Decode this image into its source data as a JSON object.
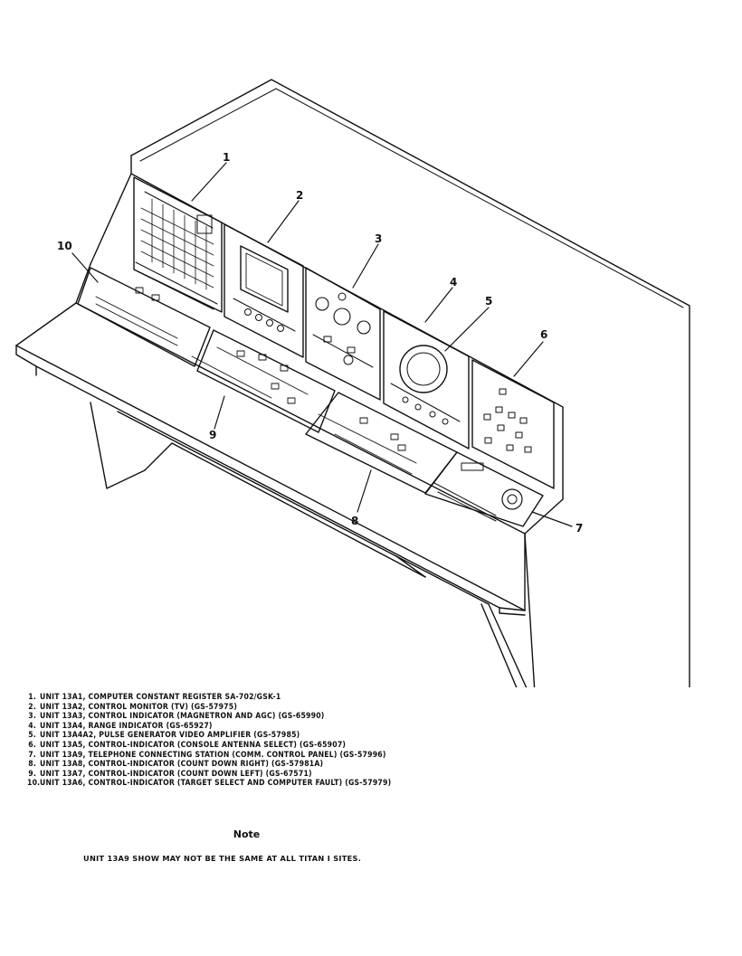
{
  "callouts": [
    "1",
    "2",
    "3",
    "4",
    "5",
    "6",
    "7",
    "8",
    "9",
    "10"
  ],
  "legend": [
    {
      "num": "1.",
      "text": "UNIT 13A1, COMPUTER CONSTANT REGISTER SA-702/GSK-1"
    },
    {
      "num": "2.",
      "text": "UNIT 13A2, CONTROL MONITOR (TV) (GS-57975)"
    },
    {
      "num": "3.",
      "text": "UNIT 13A3, CONTROL INDICATOR (MAGNETRON AND AGC) (GS-65990)"
    },
    {
      "num": "4.",
      "text": "UNIT 13A4, RANGE INDICATOR (GS-65927)"
    },
    {
      "num": "5.",
      "text": "UNIT 13A4A2, PULSE GENERATOR VIDEO AMPLIFIER (GS-57985)"
    },
    {
      "num": "6.",
      "text": "UNIT 13A5, CONTROL-INDICATOR (CONSOLE ANTENNA SELECT) (GS-65907)"
    },
    {
      "num": "7.",
      "text": "UNIT 13A9, TELEPHONE CONNECTING STATION (COMM. CONTROL PANEL) (GS-57996)"
    },
    {
      "num": "8.",
      "text": "UNIT 13A8, CONTROL-INDICATOR (COUNT DOWN RIGHT) (GS-57981A)"
    },
    {
      "num": "9.",
      "text": "UNIT 13A7, CONTROL-INDICATOR (COUNT DOWN LEFT) (GS-67571)"
    },
    {
      "num": "10.",
      "text": "UNIT 13A6, CONTROL-INDICATOR (TARGET SELECT AND COMPUTER FAULT) (GS-57979)"
    }
  ],
  "note": {
    "heading": "Note",
    "body": "UNIT 13A9 SHOW MAY NOT BE THE SAME AT ALL TITAN I SITES."
  },
  "colors": {
    "ink": "#111111",
    "paper": "#ffffff"
  }
}
